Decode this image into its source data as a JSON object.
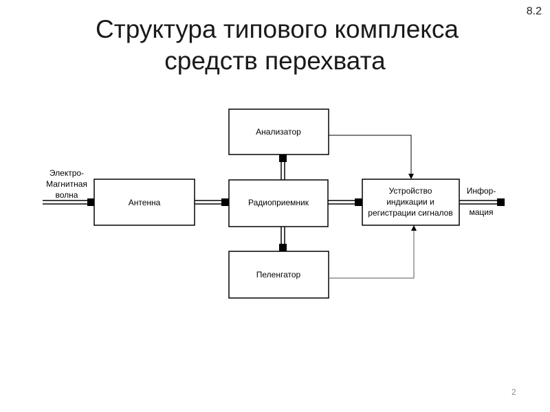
{
  "slide_number": "8.2",
  "title": {
    "line1": "Структура типового комплекса",
    "line2": "средств перехвата"
  },
  "blocks": {
    "analyzer": "Анализатор",
    "antenna": "Антенна",
    "receiver": "Радиоприемник",
    "direction_finder": "Пеленгатор",
    "display_device": {
      "line1": "Устройство",
      "line2": "индикации и",
      "line3": "регистрации сигналов"
    }
  },
  "input_label": {
    "line1": "Электро-",
    "line2": "Магнитная",
    "line3": "волна"
  },
  "output_label": {
    "line1": "Инфор-",
    "line2": "мация"
  },
  "page_number": "2"
}
